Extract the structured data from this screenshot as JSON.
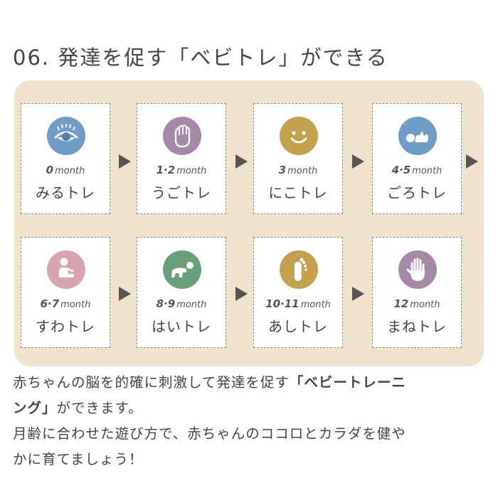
{
  "title": "06. 発達を促す「ベビトレ」ができる",
  "stages": [
    {
      "age": "0",
      "unit": "month",
      "name": "みるトレ",
      "icon": "eye-icon",
      "color": "#6f9dc7"
    },
    {
      "age": "1·2",
      "unit": "month",
      "name": "うごトレ",
      "icon": "hand-grip-icon",
      "color": "#a48aa6"
    },
    {
      "age": "3",
      "unit": "month",
      "name": "にこトレ",
      "icon": "smile-face-icon",
      "color": "#c4a14d"
    },
    {
      "age": "4·5",
      "unit": "month",
      "name": "ごろトレ",
      "icon": "rolling-baby-icon",
      "color": "#6f9dc7"
    },
    {
      "age": "6·7",
      "unit": "month",
      "name": "すわトレ",
      "icon": "sitting-baby-icon",
      "color": "#d8a3ad"
    },
    {
      "age": "8·9",
      "unit": "month",
      "name": "はいトレ",
      "icon": "crawling-baby-icon",
      "color": "#67a079"
    },
    {
      "age": "10·11",
      "unit": "month",
      "name": "あしトレ",
      "icon": "footprint-icon",
      "color": "#c4a14d"
    },
    {
      "age": "12",
      "unit": "month",
      "name": "まねトレ",
      "icon": "open-hand-icon",
      "color": "#a48aa6"
    }
  ],
  "description": {
    "line1_pre": "赤ちゃんの脳を的確に刺激して発達を促す",
    "line1_bold": "「ベビートレーニ",
    "line2_bold": "ング」",
    "line2_post": "ができます。",
    "line3": "月齢に合わせた遊び方で、赤ちゃんのココロとカラダを健や",
    "line4": "かに育てましょう！"
  }
}
